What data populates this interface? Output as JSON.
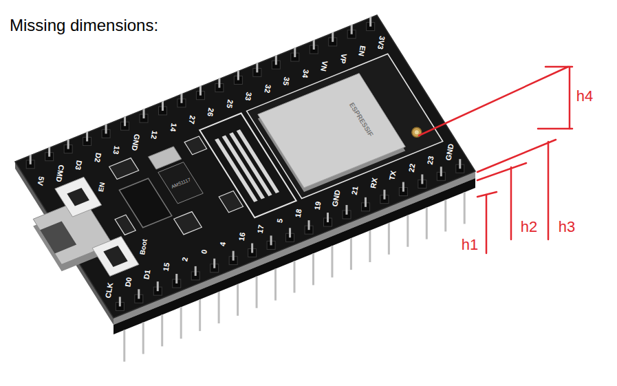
{
  "diagram": {
    "title": "Missing dimensions:",
    "labels": [
      "5V",
      "CMD",
      "D3",
      "D2",
      "13",
      "GND",
      "12",
      "14",
      "27",
      "26",
      "25",
      "33",
      "32",
      "35",
      "34",
      "VN",
      "VP",
      "EN",
      "3V3",
      "EN",
      "AMS1117",
      "ESPRESSIF",
      "Boot",
      "CLK",
      "D0",
      "D1",
      "15",
      "2",
      "0",
      "4",
      "16",
      "17",
      "5",
      "18",
      "19",
      "GND",
      "21",
      "RX",
      "TX",
      "22",
      "23",
      "GND",
      "h4",
      "h3",
      "h2",
      "h1"
    ]
  }
}
